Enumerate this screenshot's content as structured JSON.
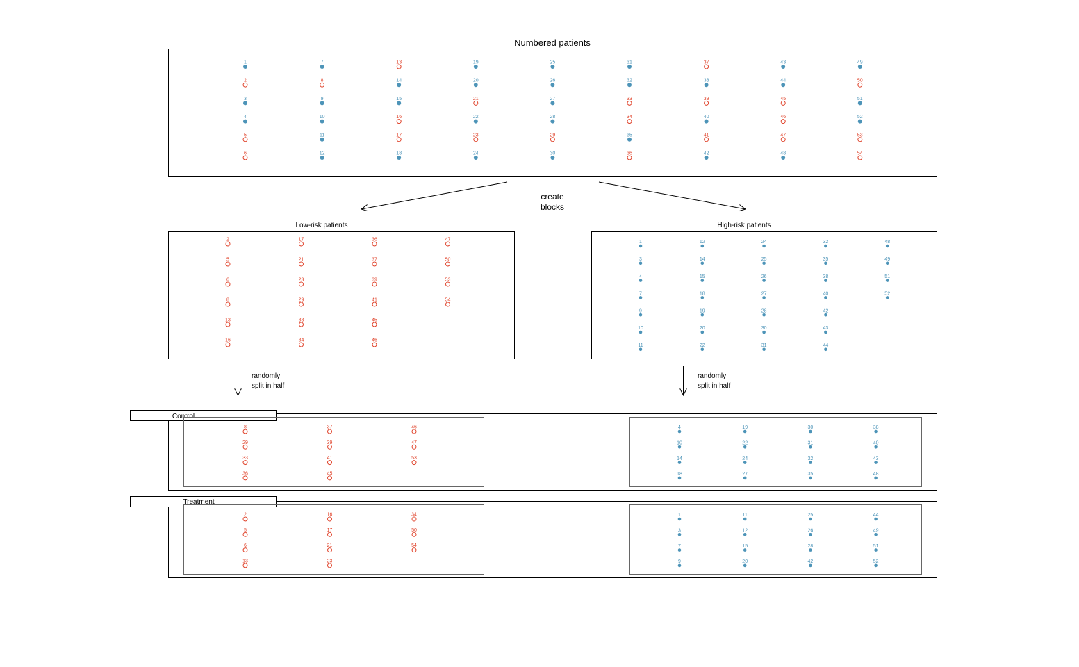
{
  "colors": {
    "low": "#e0432b",
    "high": "#4d94b8",
    "ink": "#000000",
    "innerBorder": "#555555"
  },
  "top": {
    "title": "Numbered patients",
    "low_risk_ids": [
      2,
      5,
      6,
      8,
      13,
      16,
      17,
      21,
      23,
      29,
      33,
      34,
      36,
      37,
      39,
      41,
      45,
      46,
      47,
      50,
      53,
      54
    ]
  },
  "blocks_label": [
    "create",
    "blocks"
  ],
  "low_block": {
    "title": "Low-risk patients",
    "ids": [
      2,
      5,
      6,
      8,
      13,
      16,
      17,
      21,
      23,
      29,
      33,
      34,
      36,
      37,
      39,
      41,
      45,
      46,
      47,
      50,
      53,
      54
    ]
  },
  "high_block": {
    "title": "High-risk patients",
    "ids": [
      1,
      3,
      4,
      7,
      9,
      10,
      11,
      12,
      14,
      15,
      18,
      19,
      20,
      22,
      24,
      25,
      26,
      27,
      28,
      30,
      31,
      32,
      35,
      38,
      40,
      42,
      43,
      44,
      48,
      49,
      51,
      52
    ]
  },
  "split_label": [
    "randomly",
    "split in half"
  ],
  "control": {
    "label": "Control",
    "low_ids": [
      8,
      29,
      33,
      36,
      37,
      39,
      41,
      45,
      46,
      47,
      53
    ],
    "high_ids": [
      4,
      10,
      14,
      18,
      19,
      22,
      24,
      27,
      30,
      31,
      32,
      35,
      38,
      40,
      43,
      48
    ]
  },
  "treatment": {
    "label": "Treatment",
    "low_ids": [
      2,
      5,
      6,
      13,
      16,
      17,
      21,
      23,
      34,
      50,
      54
    ],
    "high_ids": [
      1,
      3,
      7,
      9,
      11,
      12,
      15,
      20,
      25,
      26,
      28,
      42,
      44,
      49,
      51,
      52
    ]
  }
}
